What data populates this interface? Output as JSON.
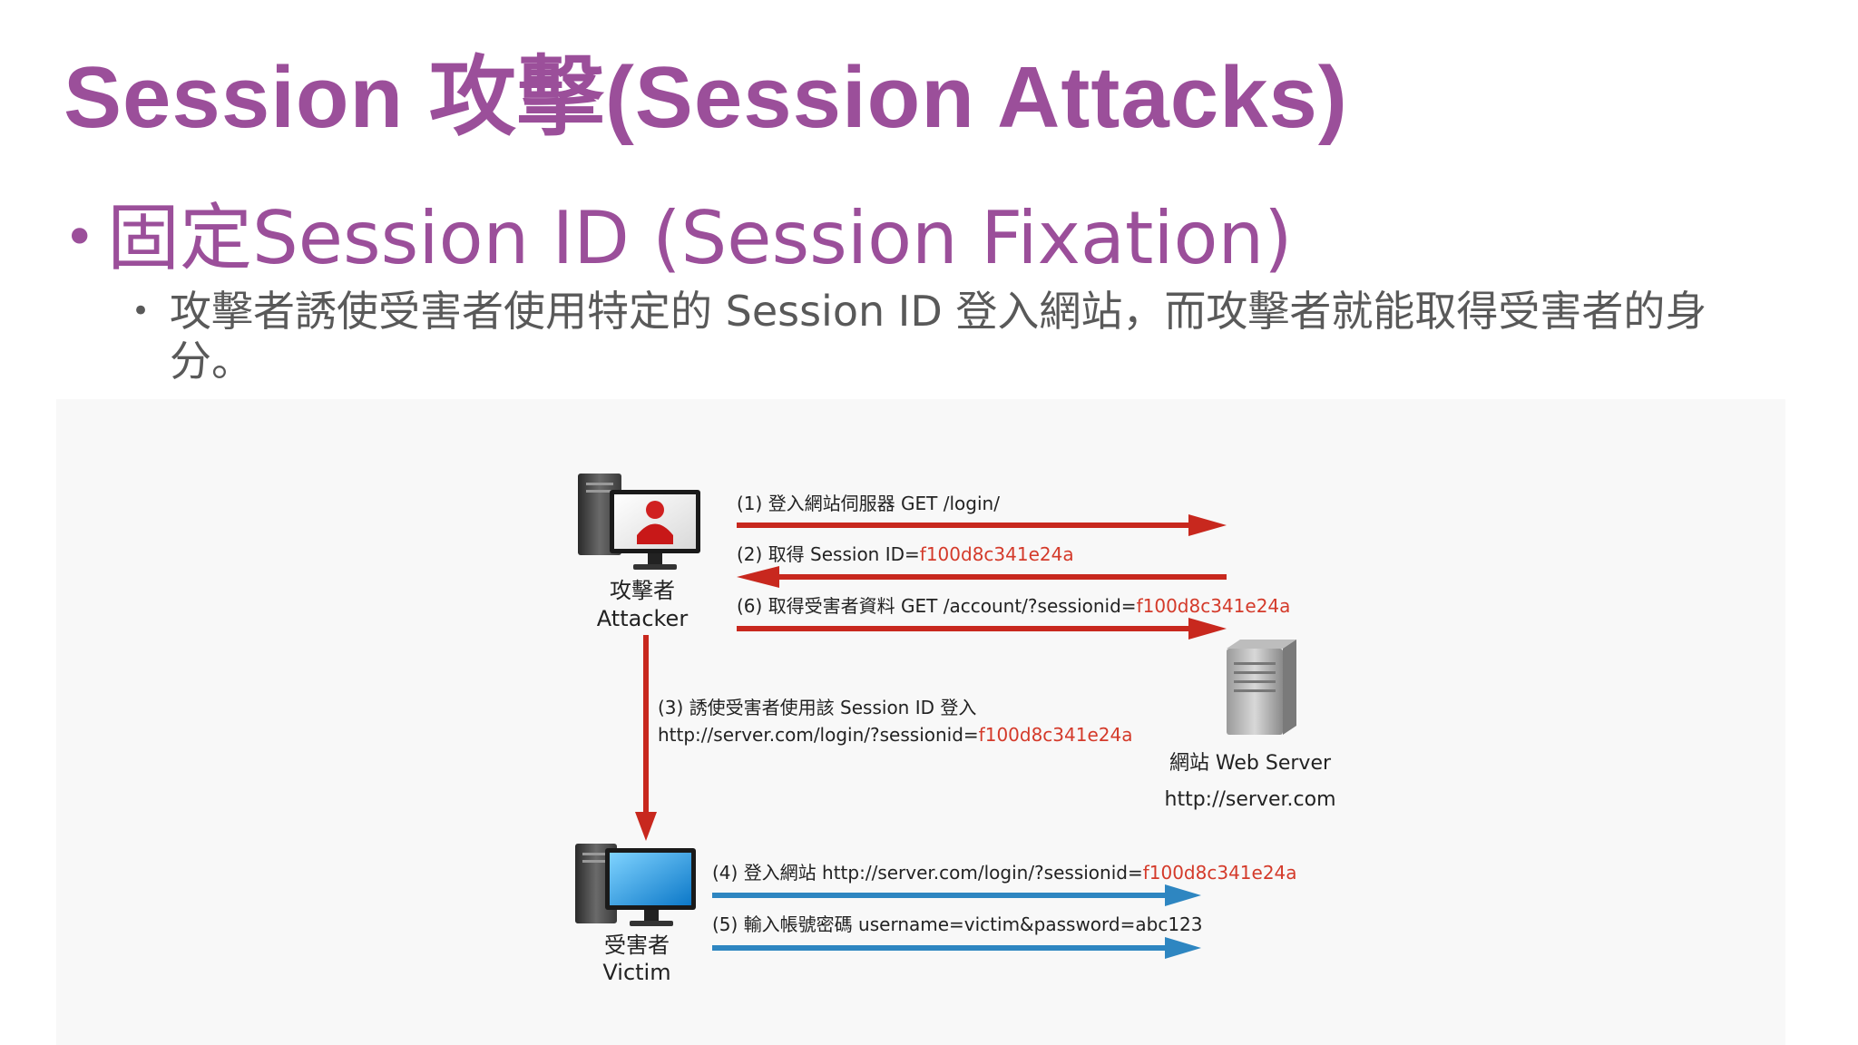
{
  "title": "Session 攻擊(Session Attacks)",
  "bullet": "固定Session ID (Session Fixation)",
  "sub_bullet": "攻擊者誘使受害者使用特定的 Session ID 登入網站，而攻擊者就能取得受害者的身分。",
  "diagram": {
    "attacker_label_zh": "攻擊者",
    "attacker_label_en": "Attacker",
    "victim_label_zh": "受害者",
    "victim_label_en": "Victim",
    "server_label": "網站 Web Server",
    "server_url": "http://server.com",
    "session_id": "f100d8c341e24a",
    "step1": "(1) 登入網站伺服器 GET /login/",
    "step2": "(2) 取得 Session ID=",
    "step6": "(6) 取得受害者資料 GET /account/?sessionid=",
    "step3_line1": "(3) 誘使受害者使用該 Session ID 登入",
    "step3_line2": "http://server.com/login/?sessionid=",
    "step4": "(4) 登入網站 http://server.com/login/?sessionid=",
    "step5": "(5) 輸入帳號密碼 username=victim&password=abc123",
    "colors": {
      "red_arrow": "#c8281e",
      "blue_arrow": "#2e86c1",
      "session_id_text": "#d43a2a"
    }
  }
}
